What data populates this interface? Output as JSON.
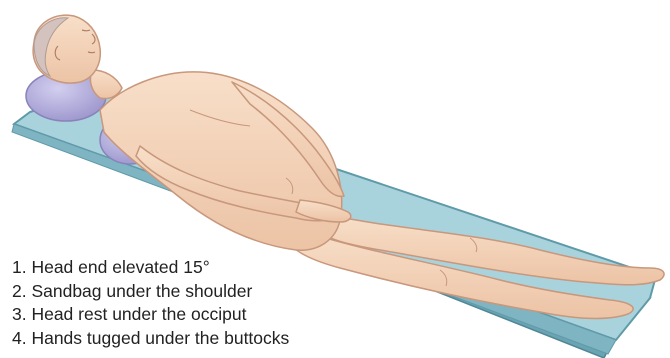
{
  "figure": {
    "subject": "patient lying supine on a tilted table with shoulder sandbag and head rest",
    "colors": {
      "table_top": "#a9d3dc",
      "table_edge": "#5f9aa9",
      "pads": "#b7b2df",
      "skin": "#f4d3b8",
      "skin_outline": "#c8977c",
      "hair": "#d3c2bd"
    }
  },
  "instructions": [
    "1. Head end elevated 15°",
    "2. Sandbag under the shoulder",
    "3. Head rest under the occiput",
    "4. Hands tugged under the buttocks"
  ]
}
